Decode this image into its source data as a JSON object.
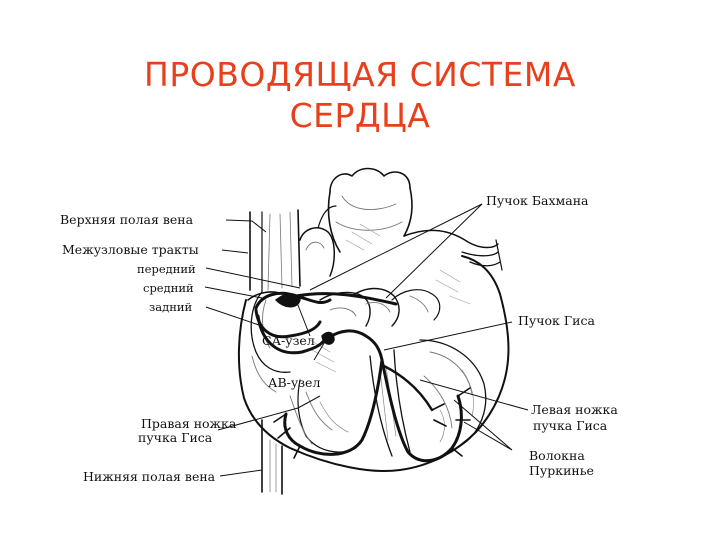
{
  "title": {
    "line1": "ПРОВОДЯЩАЯ  СИСТЕМА",
    "line2": "СЕРДЦА"
  },
  "colors": {
    "title": "#e8401c",
    "ink": "#111111",
    "shade": "#8a8a8a"
  },
  "labels": {
    "svc": "Верхняя полая вена",
    "internodal": "Межузловые тракты",
    "anterior": "передний",
    "middle": "средний",
    "posterior": "задний",
    "sa_node": "СА-узел",
    "av_node": "АВ-узел",
    "right_branch_1": "Правая ножка",
    "right_branch_2": "пучка Гиса",
    "ivc": "Нижняя полая вена",
    "bachmann": "Пучок Бахмана",
    "his_bundle": "Пучок  Гиса",
    "left_branch_1": "Левая ножка",
    "left_branch_2": "пучка Гиса",
    "purkinje_1": "Волокна",
    "purkinje_2": "Пуркинье"
  }
}
